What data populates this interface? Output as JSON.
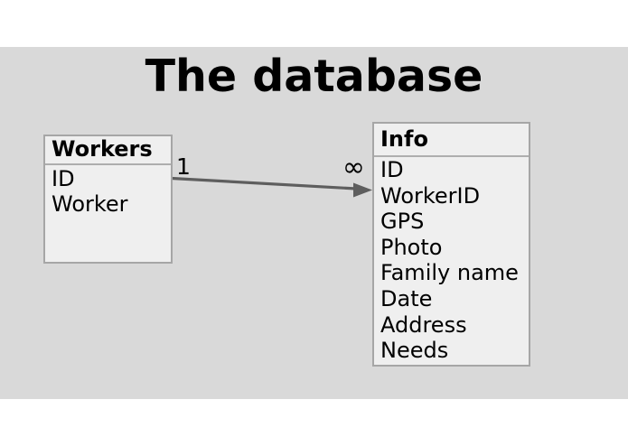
{
  "slide": {
    "title": "The database"
  },
  "diagram": {
    "tables": [
      {
        "name": "Workers",
        "fields": [
          "ID",
          "Worker"
        ]
      },
      {
        "name": "Info",
        "fields": [
          "ID",
          "WorkerID",
          "GPS",
          "Photo",
          "Family name",
          "Date",
          "Address",
          "Needs"
        ]
      }
    ],
    "relationship": {
      "from": "Workers",
      "to": "Info",
      "from_cardinality": "1",
      "to_cardinality": "∞"
    }
  },
  "colors": {
    "page_background": "#ffffff",
    "slide_background": "#d9d9d9",
    "box_fill": "#efefef",
    "box_border": "#a6a6a6",
    "arrow": "#5e5e5e",
    "text": "#000000"
  }
}
